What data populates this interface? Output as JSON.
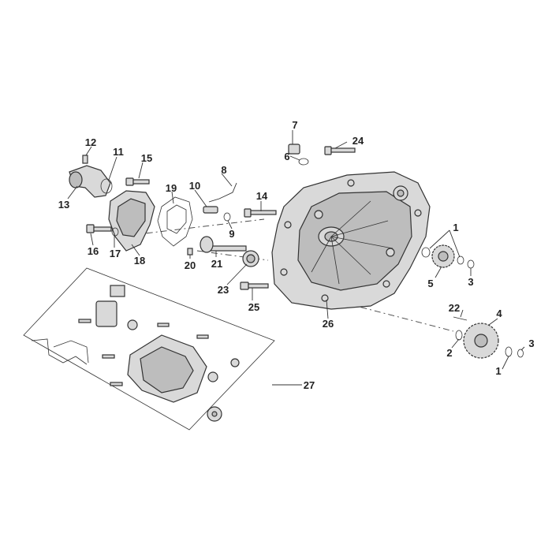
{
  "callouts": {
    "c1a": "1",
    "c1b": "1",
    "c2": "2",
    "c3a": "3",
    "c3b": "3",
    "c4": "4",
    "c5": "5",
    "c6": "6",
    "c7": "7",
    "c8": "8",
    "c9": "9",
    "c10": "10",
    "c11": "11",
    "c12": "12",
    "c13": "13",
    "c14": "14",
    "c15": "15",
    "c16": "16",
    "c17": "17",
    "c18": "18",
    "c19": "19",
    "c20": "20",
    "c21": "21",
    "c22": "22",
    "c23": "23",
    "c24": "24",
    "c25": "25",
    "c26": "26",
    "c27": "27"
  }
}
